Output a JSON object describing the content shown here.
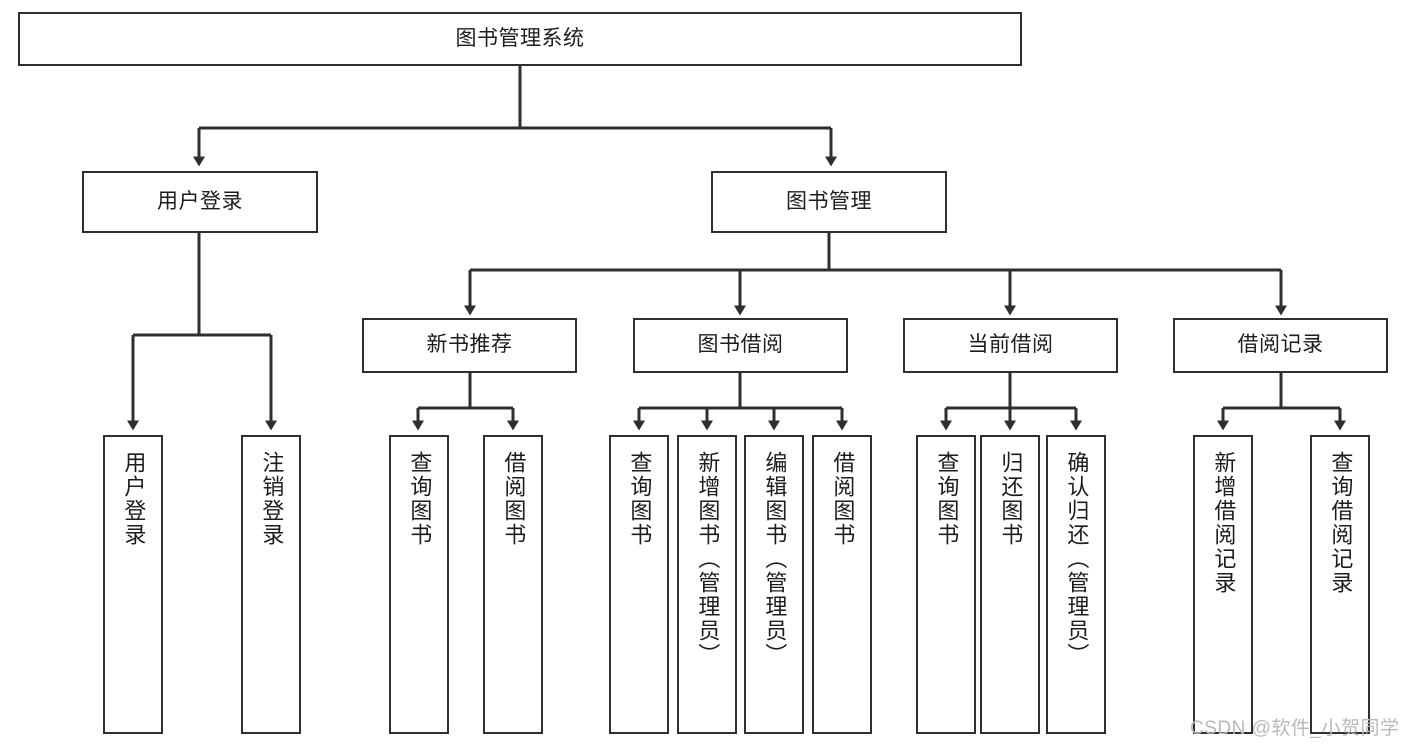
{
  "diagram": {
    "type": "tree",
    "title": "图书管理系统",
    "colors": {
      "stroke": "#2f2f2f",
      "fill": "#ffffff",
      "text": "#1d1d1d",
      "watermark": "#b9b9b9"
    },
    "root": {
      "id": "root",
      "label": "图书管理系统"
    },
    "level1": [
      {
        "id": "user-login",
        "label": "用户登录"
      },
      {
        "id": "book-manage",
        "label": "图书管理"
      }
    ],
    "level2": [
      {
        "id": "new-book-recommend",
        "label": "新书推荐",
        "parent": "book-manage"
      },
      {
        "id": "book-borrow",
        "label": "图书借阅",
        "parent": "book-manage"
      },
      {
        "id": "current-borrow",
        "label": "当前借阅",
        "parent": "book-manage"
      },
      {
        "id": "borrow-record",
        "label": "借阅记录",
        "parent": "book-manage"
      }
    ],
    "leaves": [
      {
        "id": "leaf-user-login",
        "label": "用户登录",
        "parent": "user-login"
      },
      {
        "id": "leaf-logout",
        "label": "注销登录",
        "parent": "user-login"
      },
      {
        "id": "leaf-query-book-1",
        "label": "查询图书",
        "parent": "new-book-recommend"
      },
      {
        "id": "leaf-borrow-book-1",
        "label": "借阅图书",
        "parent": "new-book-recommend"
      },
      {
        "id": "leaf-query-book-2",
        "label": "查询图书",
        "parent": "book-borrow"
      },
      {
        "id": "leaf-add-book",
        "label": "新增图书（管理员）",
        "parent": "book-borrow"
      },
      {
        "id": "leaf-edit-book",
        "label": "编辑图书（管理员）",
        "parent": "book-borrow"
      },
      {
        "id": "leaf-borrow-book-2",
        "label": "借阅图书",
        "parent": "book-borrow"
      },
      {
        "id": "leaf-query-book-3",
        "label": "查询图书",
        "parent": "current-borrow"
      },
      {
        "id": "leaf-return-book",
        "label": "归还图书",
        "parent": "current-borrow"
      },
      {
        "id": "leaf-confirm-return",
        "label": "确认归还（管理员）",
        "parent": "current-borrow"
      },
      {
        "id": "leaf-add-record",
        "label": "新增借阅记录",
        "parent": "borrow-record"
      },
      {
        "id": "leaf-query-record",
        "label": "查询借阅记录",
        "parent": "borrow-record"
      }
    ],
    "watermark": "CSDN @软件_小贺同学"
  }
}
